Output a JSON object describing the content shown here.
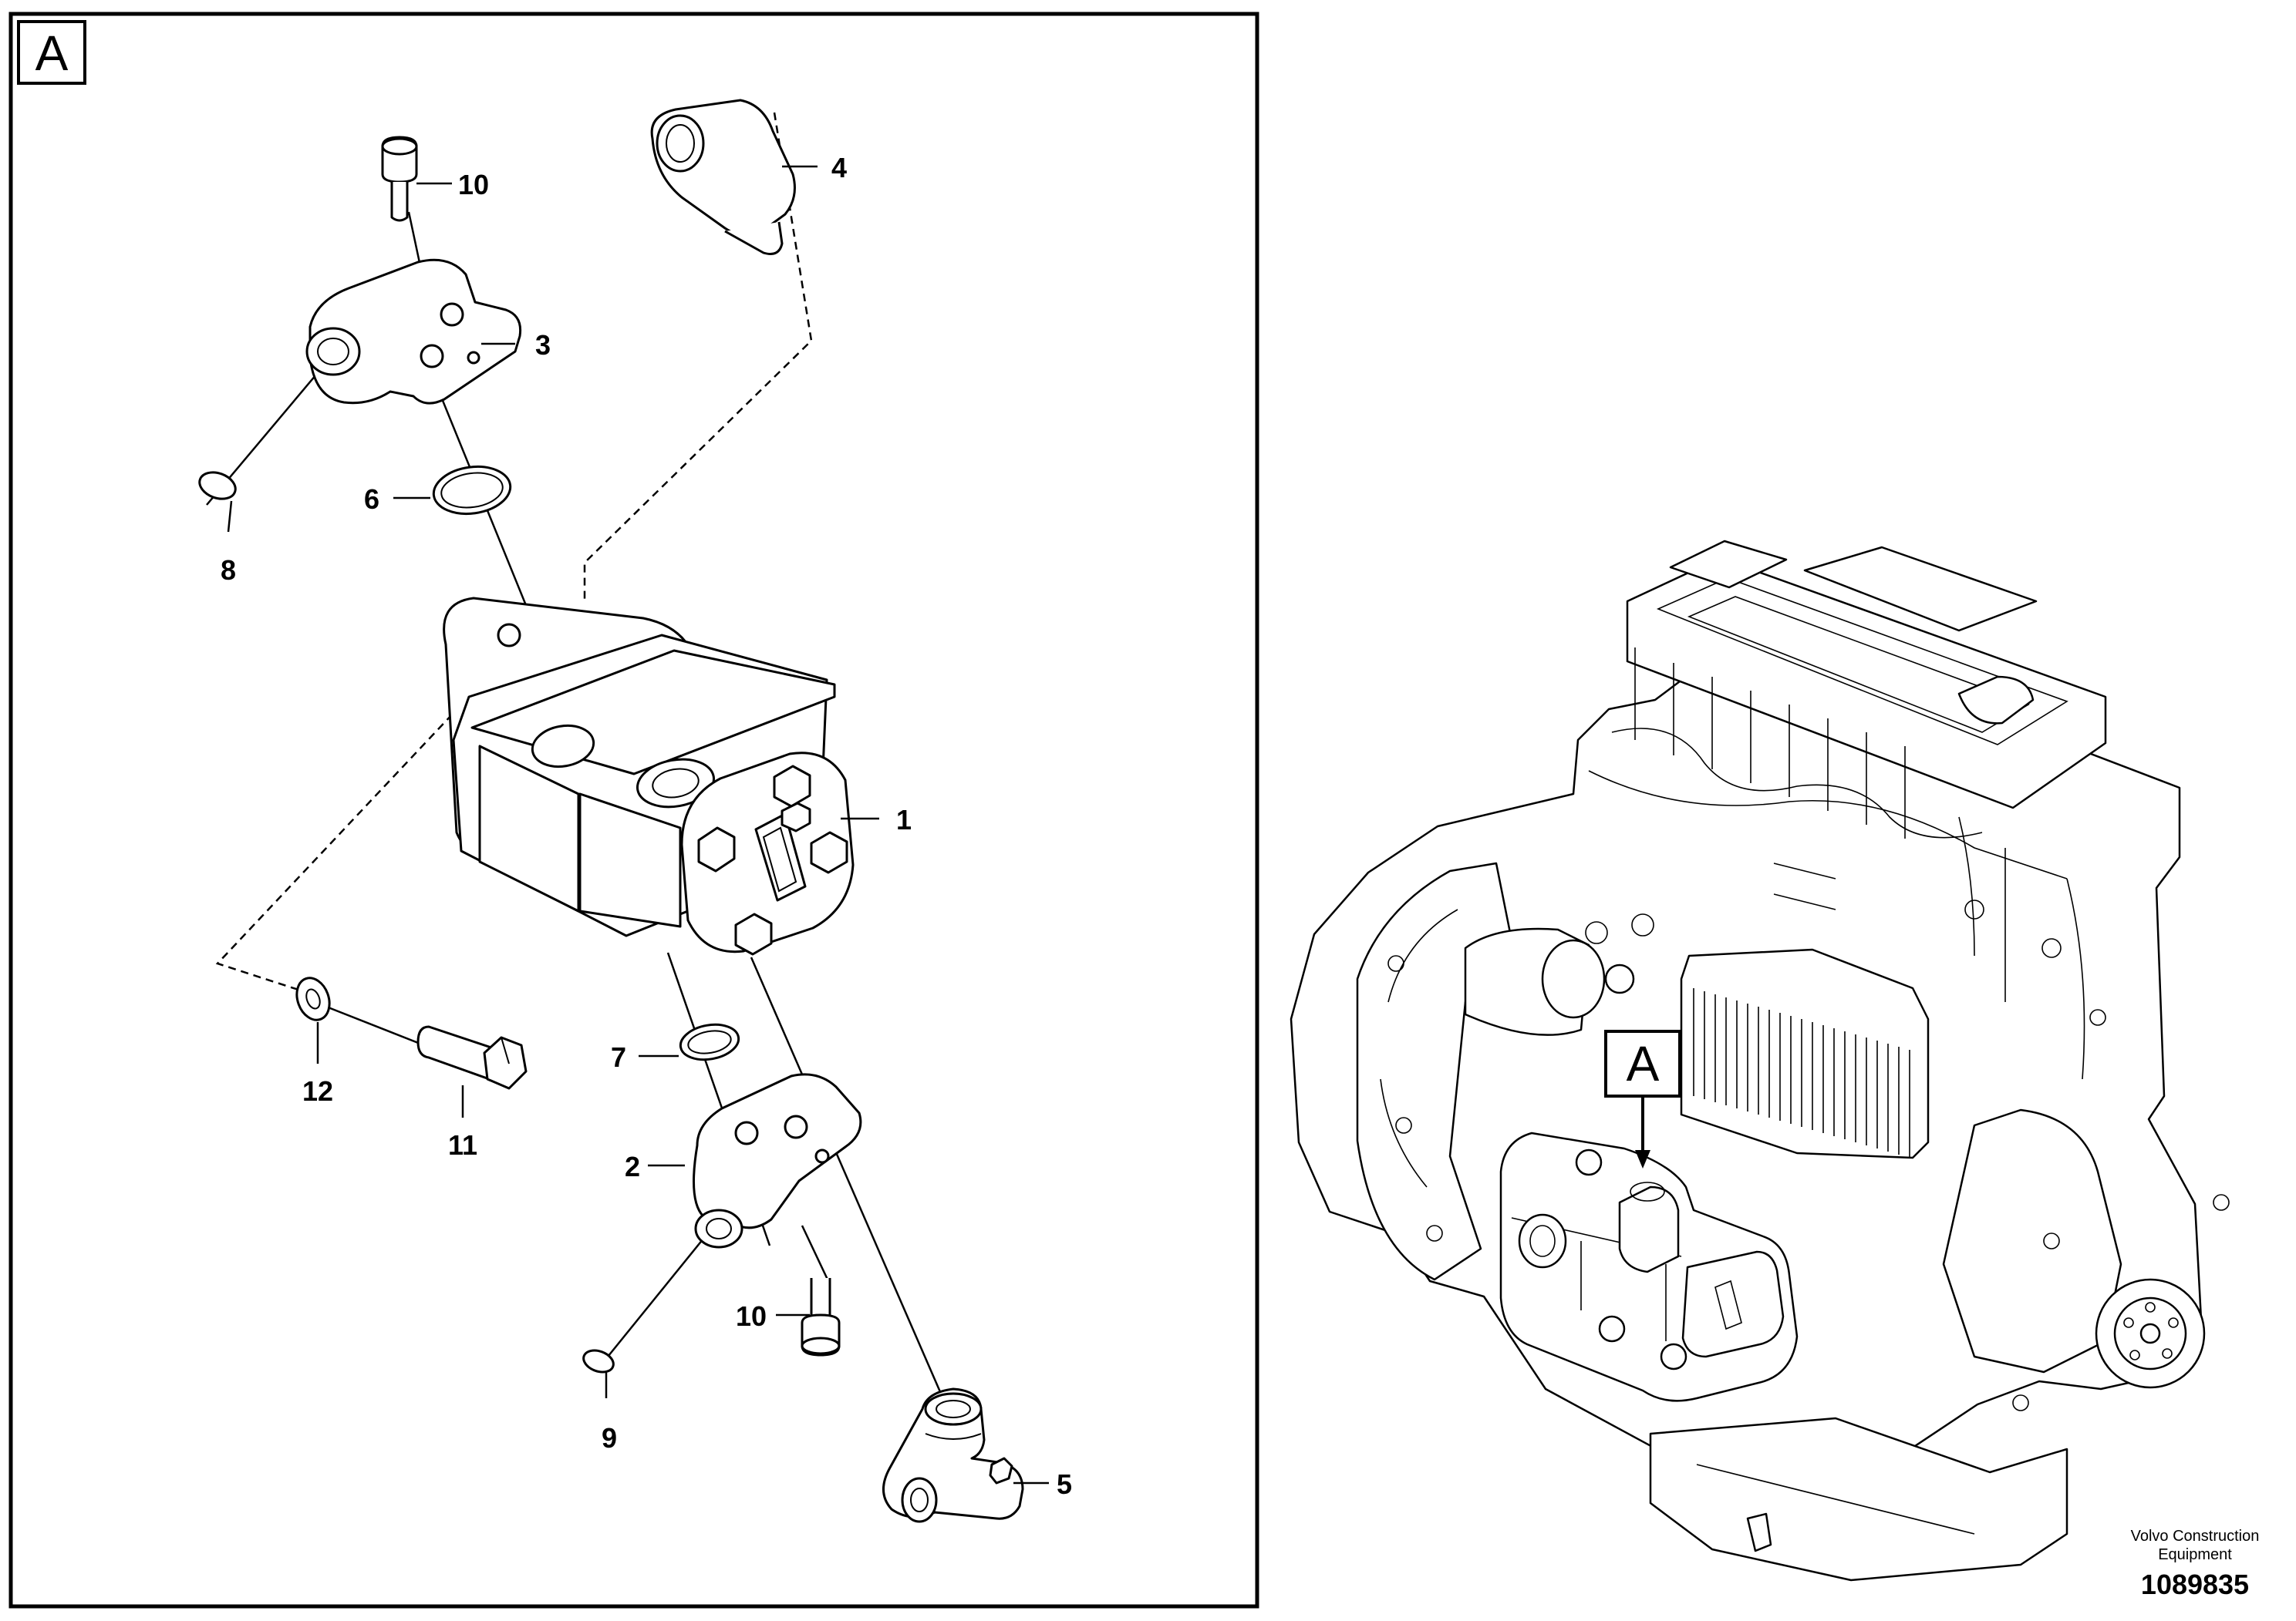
{
  "view_label": "A",
  "callouts": {
    "c1": "1",
    "c2": "2",
    "c3": "3",
    "c4": "4",
    "c5": "5",
    "c6": "6",
    "c7": "7",
    "c8": "8",
    "c9": "9",
    "c10a": "10",
    "c10b": "10",
    "c11": "11",
    "c12": "12"
  },
  "locator_label": "A",
  "credit": {
    "line1": "Volvo Construction",
    "line2": "Equipment"
  },
  "doc_number": "1089835"
}
